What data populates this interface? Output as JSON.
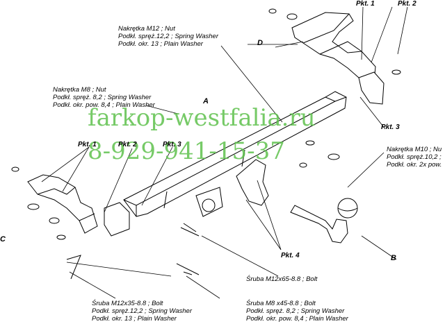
{
  "watermark": {
    "line1": "farkop-westfalia.ru",
    "line2": "8-929-941-15-37"
  },
  "parts": {
    "A": "A",
    "B": "B",
    "C": "C",
    "D": "D"
  },
  "points": {
    "pkt1_top": "Pkt. 1",
    "pkt2_top": "Pkt. 2",
    "pkt3_right": "Pkt. 3",
    "pkt1_left": "Pkt. 1",
    "pkt2_left": "Pkt. 2",
    "pkt3_left": "Pkt. 3",
    "pkt4": "Pkt. 4"
  },
  "labels": {
    "top_center": [
      "Nakrętka  M12 ; Nut",
      "Podkł. spręż.12,2 ; Spring Washer",
      "Podkł. okr. 13 ; Plain Washer"
    ],
    "left_upper": [
      "Nakrętka  M8 ; Nut",
      "Podkł. spręż. 8,2 ; Spring Washer",
      "Podkł. okr. pow. 8,4 ; Plain Washer"
    ],
    "right_middle": [
      "Nakrętka  M10 ; Nu",
      "Podkł. spręż.10,2 ;",
      "Podkł. okr. 2x pow."
    ],
    "bolt_m12x65": "Śruba M12x65-8.8 ;  Bolt",
    "bottom_left": [
      "Śruba M12x35-8.8 ;  Bolt",
      "Podkł. spręż.12,2 ; Spring Washer",
      "Podkł. okr. 13 ; Plain Washer"
    ],
    "bottom_right": [
      "Śruba M8 x45-8.8 ;  Bolt",
      "Podkł. spręż. 8,2 ; Spring Washer",
      "Podkł. okr. pow. 8,4 ; Plain Washer"
    ]
  },
  "colors": {
    "line": "#000000",
    "watermark": "#5fc14d"
  }
}
